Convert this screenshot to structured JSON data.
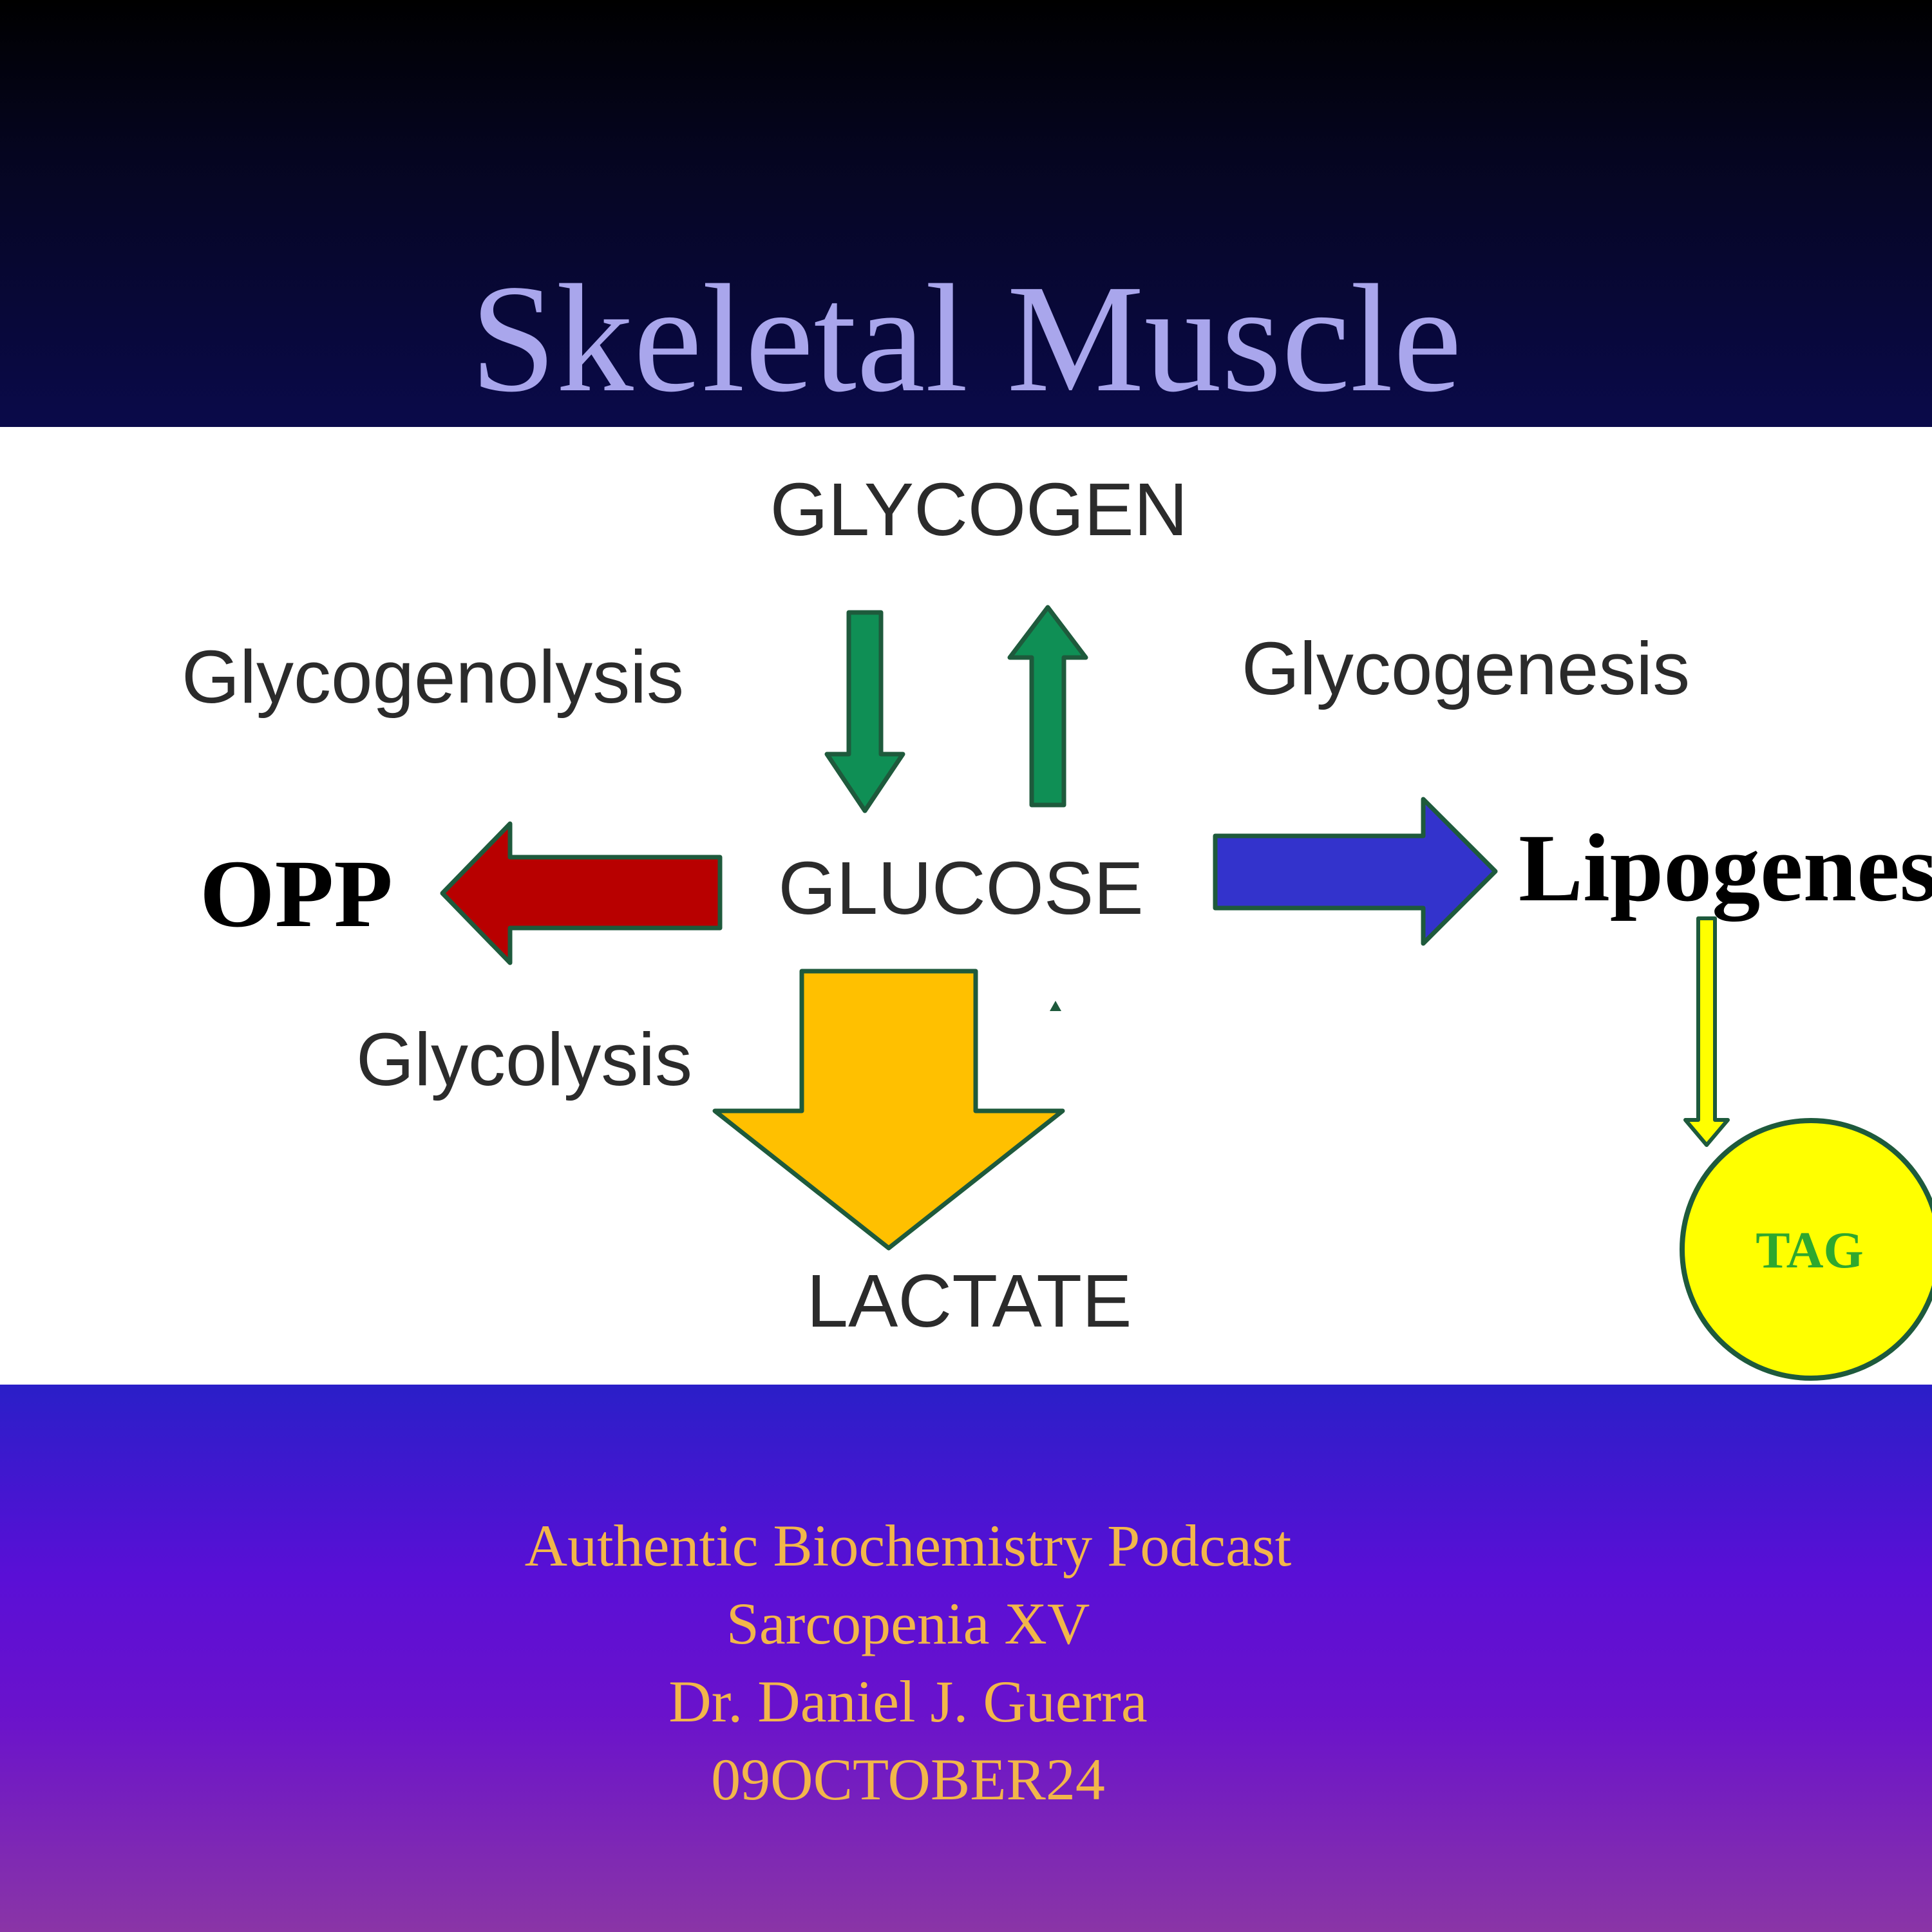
{
  "slide": {
    "title": "Skeletal Muscle"
  },
  "diagram": {
    "nodes": {
      "glycogen": "GLYCOGEN",
      "glucose": "GLUCOSE",
      "lactate": "LACTATE",
      "opp": "OPP",
      "lipogenesis": "Lipogenesis",
      "tag": "TAG"
    },
    "processes": {
      "glycogenolysis": "Glycogenolysis",
      "glycogenesis": "Glycogenesis",
      "glycolysis": "Glycolysis"
    },
    "colors": {
      "arrow_outline": "#1e5a3c",
      "glycogen_arrows": "#0f8f55",
      "opp_arrow": "#b80000",
      "lipogenesis_arrow": "#3333cc",
      "glycolysis_arrow": "#ffc000",
      "tag_arrow": "#ffff00",
      "tag_circle": "#ffff00",
      "tag_text": "#2ea82e"
    }
  },
  "footer": {
    "lines": [
      "Authentic Biochemistry Podcast",
      "Sarcopenia XV",
      "Dr. Daniel J. Guerra",
      "09OCTOBER24"
    ]
  }
}
